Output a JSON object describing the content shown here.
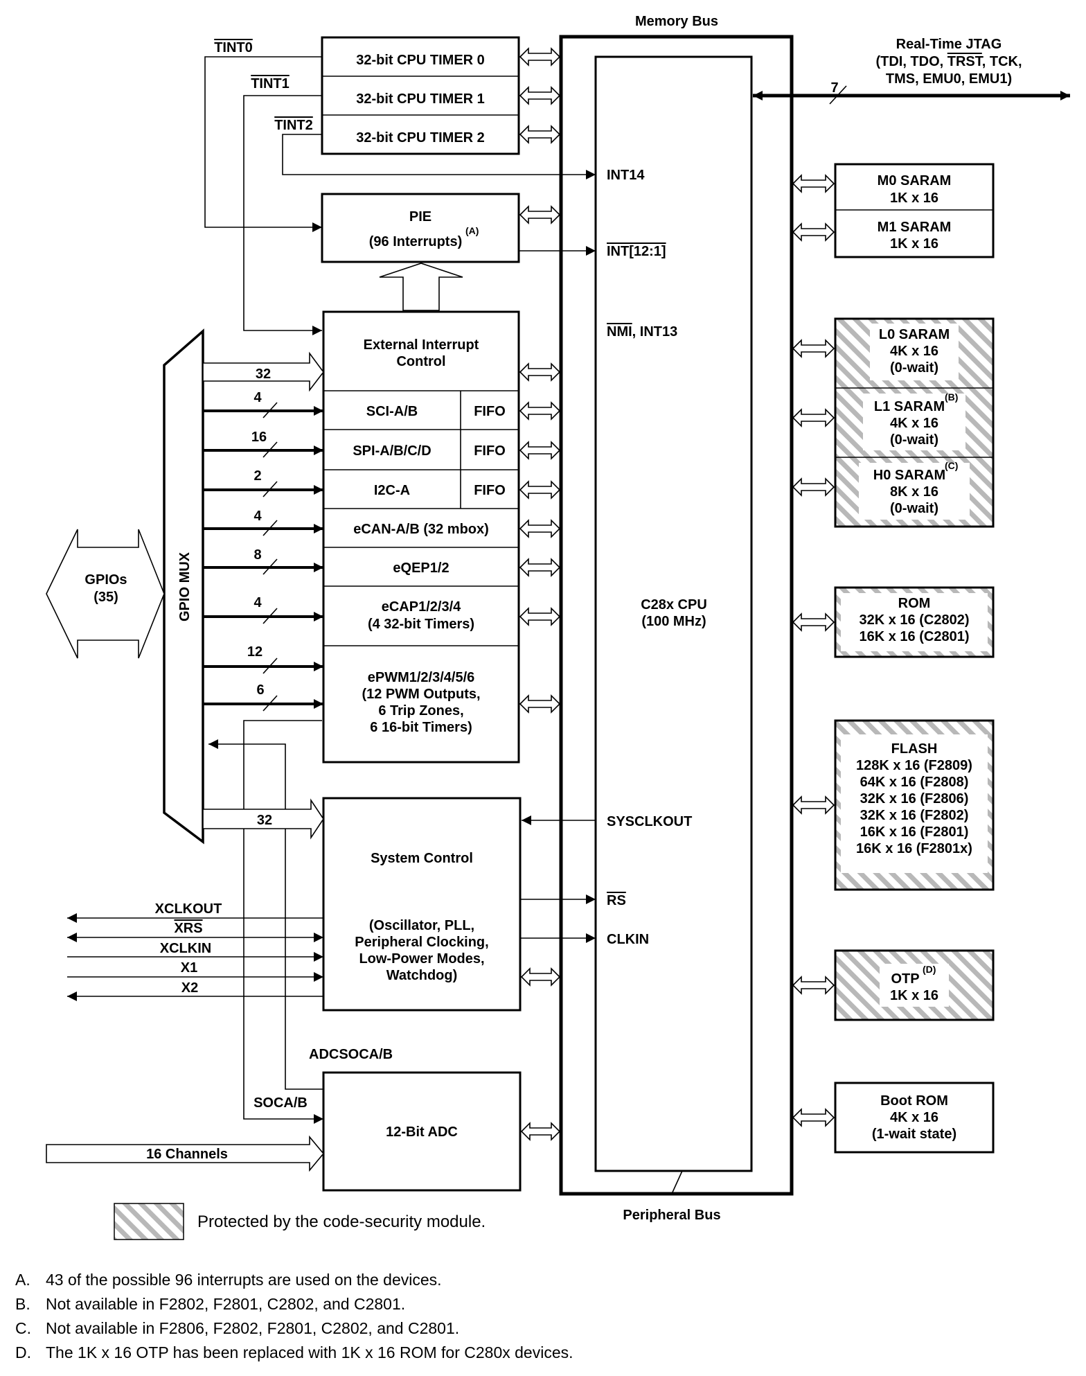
{
  "bus": {
    "memory_bus": "Memory Bus",
    "peripheral_bus": "Peripheral Bus"
  },
  "jtag": {
    "line1": "Real-Time JTAG",
    "line2a": "(TDI, TDO, ",
    "line2b": "TRST",
    "line2c": ", TCK,",
    "line3": "TMS, EMU0, EMU1)",
    "width": "7"
  },
  "timers": {
    "tint0": "TINT0",
    "tint1": "TINT1",
    "tint2": "TINT2",
    "timer0": "32-bit CPU TIMER 0",
    "timer1": "32-bit CPU TIMER 1",
    "timer2": "32-bit CPU TIMER 2"
  },
  "pie": {
    "title": "PIE",
    "subtitle": "(96 Interrupts)",
    "note": "(A)"
  },
  "cpu_signals": {
    "int14": "INT14",
    "int12_1": "INT[12:1]",
    "nmi": "NMI",
    "int13": ", INT13",
    "sysclkout": "SYSCLKOUT",
    "rs": "RS",
    "clkin": "CLKIN"
  },
  "cpu": {
    "name": "C28x CPU",
    "speed": "(100 MHz)"
  },
  "peripherals": {
    "ext_int_line1": "External Interrupt",
    "ext_int_line2": "Control",
    "sci": "SCI-A/B",
    "spi": "SPI-A/B/C/D",
    "i2c": "I2C-A",
    "fifo": "FIFO",
    "ecan": "eCAN-A/B (32 mbox)",
    "eqep": "eQEP1/2",
    "ecap_line1": "eCAP1/2/3/4",
    "ecap_line2": "(4 32-bit Timers)",
    "epwm_line1": "ePWM1/2/3/4/5/6",
    "epwm_line2": "(12 PWM Outputs,",
    "epwm_line3": "6 Trip Zones,",
    "epwm_line4": "6 16-bit Timers)"
  },
  "gpio": {
    "mux": "GPIO MUX",
    "gpios": "GPIOs",
    "count": "(35)",
    "bus_widths": [
      "32",
      "4",
      "16",
      "2",
      "4",
      "8",
      "4",
      "12",
      "6"
    ],
    "sysctl_width": "32"
  },
  "system_control": {
    "title": "System Control",
    "line1": "(Oscillator, PLL,",
    "line2": "Peripheral Clocking,",
    "line3": "Low-Power Modes,",
    "line4": "Watchdog)",
    "xclkout": "XCLKOUT",
    "xrs": "XRS",
    "xclkin": "XCLKIN",
    "x1": "X1",
    "x2": "X2"
  },
  "adc": {
    "adcsoc": "ADCSOCA/B",
    "soc": "SOCA/B",
    "title": "12-Bit ADC",
    "channels": "16 Channels"
  },
  "memory": {
    "m0_name": "M0 SARAM",
    "m0_size": "1K x 16",
    "m1_name": "M1 SARAM",
    "m1_size": "1K x 16",
    "l0_name": "L0 SARAM",
    "l0_size": "4K x 16",
    "l0_wait": "(0-wait)",
    "l1_name": "L1 SARAM",
    "l1_note": "(B)",
    "l1_size": "4K x 16",
    "l1_wait": "(0-wait)",
    "h0_name": "H0 SARAM",
    "h0_note": "(C)",
    "h0_size": "8K x 16",
    "h0_wait": "(0-wait)",
    "rom_name": "ROM",
    "rom_line1": "32K x 16 (C2802)",
    "rom_line2": "16K x 16 (C2801)",
    "flash_name": "FLASH",
    "flash_lines": [
      "128K x 16 (F2809)",
      "64K x 16 (F2808)",
      "32K x 16 (F2806)",
      "32K x 16 (F2802)",
      "16K x 16 (F2801)",
      "16K x 16 (F2801x)"
    ],
    "otp_name": "OTP",
    "otp_note": "(D)",
    "otp_size": "1K x 16",
    "boot_name": "Boot ROM",
    "boot_size": "4K x 16",
    "boot_wait": "(1-wait state)"
  },
  "legend": {
    "text": "Protected by the code-security module."
  },
  "footnotes": [
    {
      "letter": "A.",
      "text": "43 of the possible 96 interrupts are used on the devices."
    },
    {
      "letter": "B.",
      "text": "Not available in F2802, F2801, C2802, and C2801."
    },
    {
      "letter": "C.",
      "text": "Not available in F2806, F2802, F2801, C2802, and C2801."
    },
    {
      "letter": "D.",
      "text": "The 1K x 16 OTP has been replaced with 1K x 16 ROM for C280x devices."
    }
  ],
  "colors": {
    "hatch": "#b8b8b8",
    "line": "#000000"
  }
}
